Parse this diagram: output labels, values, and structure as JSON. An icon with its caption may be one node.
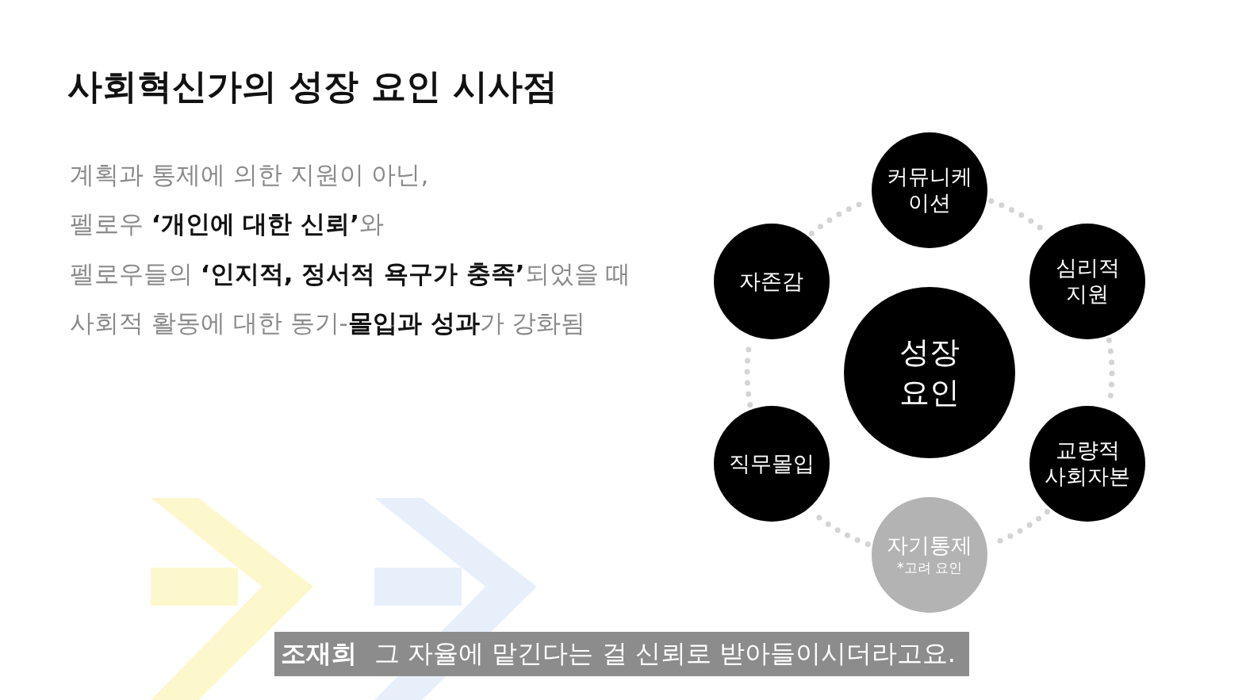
{
  "diagram": {
    "title": "사회혁신가의 성장 요인 시사점",
    "nodes": [
      {
        "text": [
          "커뮤니케이션"
        ]
      },
      {
        "text": [
          "자존감"
        ]
      },
      {
        "text": [
          "심리적 지원"
        ]
      },
      {
        "text": [
          "성장 요인"
        ]
      },
      {
        "text": [
          "직무몰입"
        ]
      },
      {
        "text": [
          "교량적 사회자본"
        ]
      },
      {
        "text": [
          "자기통제",
          "*고려 요인"
        ]
      }
    ],
    "edges": [
      {
        "from": 0,
        "to": 2,
        "arrow": "none",
        "style": "dashed"
      },
      {
        "from": 2,
        "to": 5,
        "arrow": "none",
        "style": "dashed"
      },
      {
        "from": 5,
        "to": 6,
        "arrow": "none",
        "style": "dashed"
      },
      {
        "from": 6,
        "to": 4,
        "arrow": "none",
        "style": "dashed"
      },
      {
        "from": 4,
        "to": 1,
        "arrow": "none",
        "style": "dashed"
      },
      {
        "from": 1,
        "to": 0,
        "arrow": "none",
        "style": "dashed"
      }
    ],
    "labels": [
      "계획과 통제에 의한 지원이 아닌,",
      "펠로우 **‘개인에 대한 신뢰’**와",
      "펠로우들의 **‘인지적, 정서적 욕구가 충족’**되었을 때",
      "사회적 활동에 대한 동기-**몰입과 성과**가 강화됨",
      "조재희",
      "그 자율에 맡긴다는 걸 신뢰로 받아들이시더라고요."
    ]
  }
}
